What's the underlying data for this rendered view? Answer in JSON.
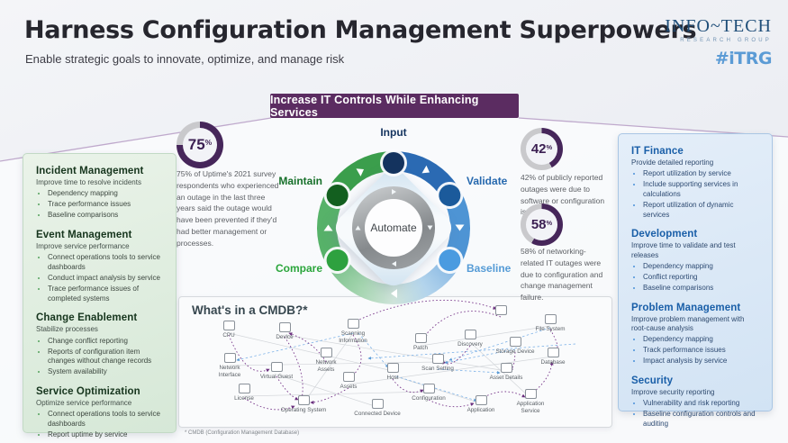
{
  "header": {
    "title": "Harness Configuration Management Superpowers",
    "subtitle": "Enable strategic goals to innovate, optimize, and manage risk",
    "logo": {
      "name": "INFO~TECH",
      "sub": "RESEARCH GROUP",
      "tag": "#iTRG"
    }
  },
  "banner": {
    "label": "Increase IT Controls While Enhancing Services"
  },
  "left_panel": {
    "sections": [
      {
        "title": "Incident Management",
        "subtitle": "Improve time to resolve incidents",
        "bullets": [
          "Dependency mapping",
          "Trace performance issues",
          "Baseline comparisons"
        ]
      },
      {
        "title": "Event Management",
        "subtitle": "Improve service performance",
        "bullets": [
          "Connect operations tools to service dashboards",
          "Conduct impact analysis by service",
          "Trace performance issues of completed systems"
        ]
      },
      {
        "title": "Change Enablement",
        "subtitle": "Stabilize processes",
        "bullets": [
          "Change conflict reporting",
          "Reports of configuration item changes without change records",
          "System availability"
        ]
      },
      {
        "title": "Service Optimization",
        "subtitle": "Optimize service performance",
        "bullets": [
          "Connect operations tools to service dashboards",
          "Report uptime by service"
        ]
      }
    ]
  },
  "right_panel": {
    "sections": [
      {
        "title": "IT Finance",
        "subtitle": "Provide detailed reporting",
        "bullets": [
          "Report utilization by service",
          "Include supporting services in calculations",
          "Report utilization of dynamic services"
        ]
      },
      {
        "title": "Development",
        "subtitle": "Improve time to validate and test releases",
        "bullets": [
          "Dependency mapping",
          "Conflict reporting",
          "Baseline comparisons"
        ]
      },
      {
        "title": "Problem Management",
        "subtitle": "Improve problem management with root-cause analysis",
        "bullets": [
          "Dependency mapping",
          "Track performance issues",
          "Impact analysis by service"
        ]
      },
      {
        "title": "Security",
        "subtitle": "Improve security reporting",
        "bullets": [
          "Vulnerability and risk reporting",
          "Baseline configuration controls and auditing"
        ]
      }
    ]
  },
  "stats": [
    {
      "value": "75",
      "unit": "%",
      "pct": 75,
      "text": "75% of Uptime's 2021 survey respondents who experienced an outage in the last three years said the outage would have been prevented if they'd had better management or processes."
    },
    {
      "value": "42",
      "unit": "%",
      "pct": 42,
      "text": "42% of publicly reported outages were due to software or configuration issues."
    },
    {
      "value": "58",
      "unit": "%",
      "pct": 58,
      "text": "58% of networking-related IT outages were due to configuration and change management failure."
    }
  ],
  "cycle": {
    "labels": {
      "top": "Input",
      "right_top": "Validate",
      "right_bottom": "Baseline",
      "left_bottom": "Compare",
      "left_top": "Maintain"
    },
    "center": "Automate"
  },
  "cmdb": {
    "title": "What's in a CMDB?*",
    "footnote": "* CMDB (Configuration Management Database)",
    "nodes": [
      "CPU",
      "Device",
      "Scanning\nInformation",
      "File System",
      "Network\nInterface",
      "Virtual Guest",
      "Network\nAssets",
      "Patch",
      "Discovery",
      "Storage Device",
      "Scan Setting",
      "Host",
      "Asset Details",
      "Database",
      "License",
      "Assets",
      "Operating System",
      "Connected Device",
      "Configuration",
      "Application",
      "Application\nService"
    ]
  },
  "colors": {
    "banner_bg": "#5b2c61",
    "stat_ring": "#46265a",
    "stat_ring_track": "#c9c9cc",
    "input_blue": "#14335e",
    "validate_blue": "#2668ae",
    "baseline_blue": "#559bd6",
    "compare_green": "#2aa53b",
    "maintain_green": "#17702a",
    "purple_link": "#7a3a8c",
    "blue_link": "#7fb3e8"
  }
}
